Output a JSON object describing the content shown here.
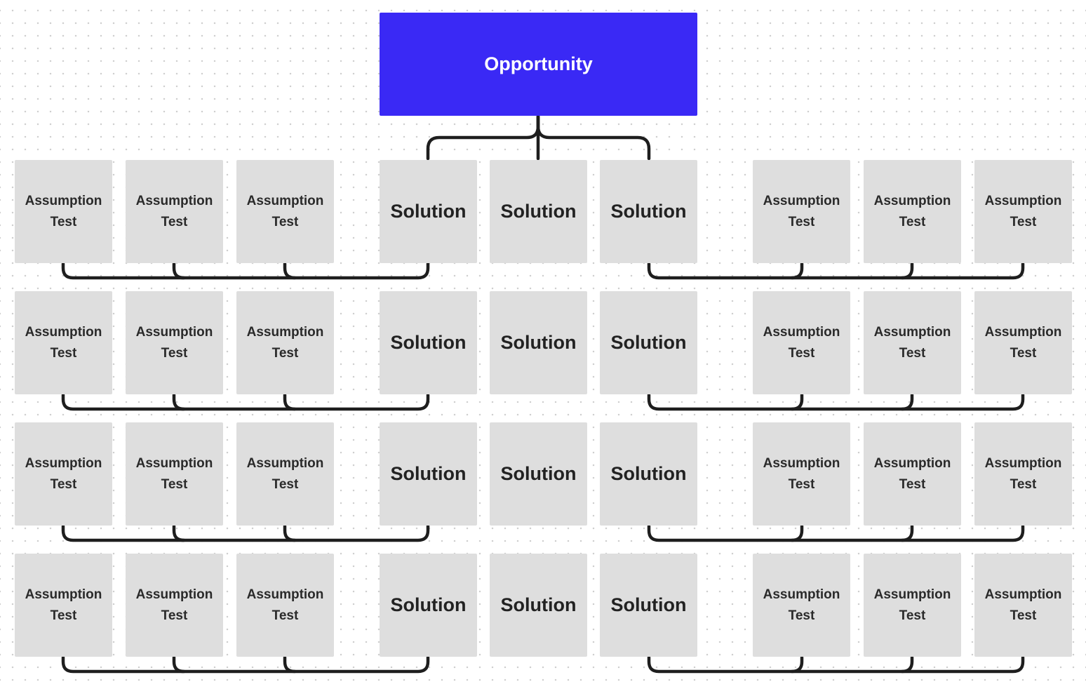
{
  "canvas": {
    "background": "#ffffff",
    "dot_color": "#cfcfcf"
  },
  "diagram": {
    "opportunity": {
      "label": "Opportunity",
      "color": "#3a29f5"
    },
    "node_fill": "#dedede",
    "connector_color": "#1e1e1e",
    "rows": [
      {
        "left_tests": [
          "Assumption\nTest",
          "Assumption\nTest",
          "Assumption\nTest"
        ],
        "solutions": [
          "Solution",
          "Solution",
          "Solution"
        ],
        "right_tests": [
          "Assumption\nTest",
          "Assumption\nTest",
          "Assumption\nTest"
        ]
      },
      {
        "left_tests": [
          "Assumption\nTest",
          "Assumption\nTest",
          "Assumption\nTest"
        ],
        "solutions": [
          "Solution",
          "Solution",
          "Solution"
        ],
        "right_tests": [
          "Assumption\nTest",
          "Assumption\nTest",
          "Assumption\nTest"
        ]
      },
      {
        "left_tests": [
          "Assumption\nTest",
          "Assumption\nTest",
          "Assumption\nTest"
        ],
        "solutions": [
          "Solution",
          "Solution",
          "Solution"
        ],
        "right_tests": [
          "Assumption\nTest",
          "Assumption\nTest",
          "Assumption\nTest"
        ]
      },
      {
        "left_tests": [
          "Assumption\nTest",
          "Assumption\nTest",
          "Assumption\nTest"
        ],
        "solutions": [
          "Solution",
          "Solution",
          "Solution"
        ],
        "right_tests": [
          "Assumption\nTest",
          "Assumption\nTest",
          "Assumption\nTest"
        ]
      }
    ]
  }
}
